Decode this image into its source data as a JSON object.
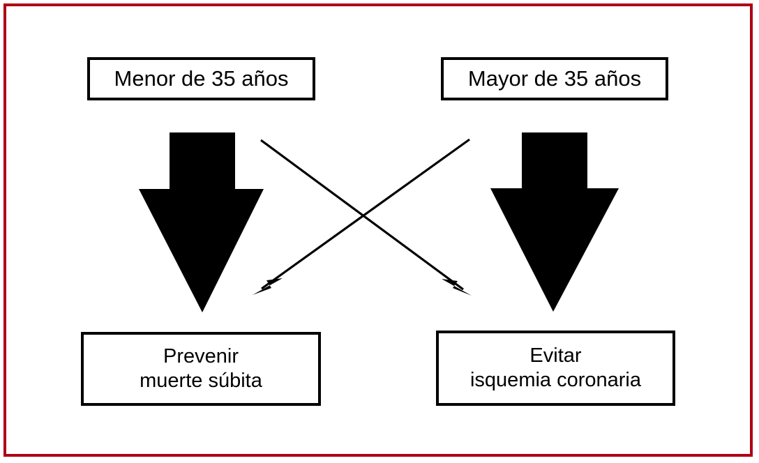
{
  "figure": {
    "frame_color": "#ae0015",
    "background": "#ffffff",
    "ink_color": "#000000"
  },
  "nodes": [
    {
      "id": "young",
      "label": "Menor de 35 años",
      "role": "top-left-condition"
    },
    {
      "id": "older",
      "label": "Mayor de 35 años",
      "role": "top-right-condition"
    },
    {
      "id": "sudden",
      "label": "Prevenir\nmuerte súbita",
      "role": "bottom-left-outcome"
    },
    {
      "id": "ischemia",
      "label": "Evitar\nisquemia coronaria",
      "role": "bottom-right-outcome"
    }
  ],
  "connectors": [
    {
      "id": "young-to-sudden",
      "style": "thick-block-arrow",
      "direction": "down",
      "from": "young",
      "to": "sudden"
    },
    {
      "id": "older-to-ischemia",
      "style": "thick-block-arrow",
      "direction": "down",
      "from": "older",
      "to": "ischemia"
    },
    {
      "id": "young-to-ischemia",
      "style": "thin-diagonal-arrow",
      "direction": "down-right",
      "from": "young",
      "to": "ischemia"
    },
    {
      "id": "older-to-sudden",
      "style": "thin-diagonal-arrow",
      "direction": "down-left",
      "from": "older",
      "to": "sudden"
    }
  ]
}
